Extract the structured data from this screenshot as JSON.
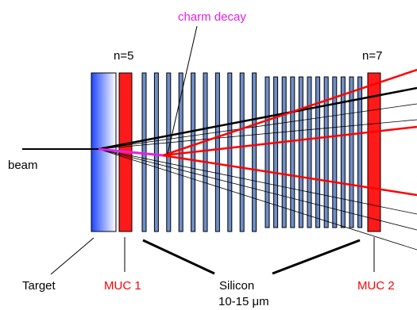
{
  "labels": {
    "charm_decay": "charm decay",
    "n_left": "n=5",
    "n_right": "n=7",
    "beam": "beam",
    "target": "Target",
    "muc1": "MUC 1",
    "silicon": "Silicon",
    "silicon_thickness": "10-15 μm",
    "muc2": "MUC 2"
  },
  "colors": {
    "charm_label": "#e61ee6",
    "muc_label": "#ff0000",
    "muc_fill": "#ff1a1a",
    "target_dark": "#1e46ff",
    "target_light": "#ffffff",
    "silicon_fill": "#6e8ec8",
    "track_black": "#000000",
    "track_red": "#ff0000",
    "charm_track": "#e61ee6"
  },
  "silicon_planes": {
    "dense_group_count": 10,
    "sparse_group_count": 12
  }
}
